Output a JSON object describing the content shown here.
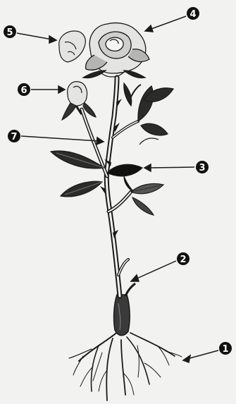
{
  "labels": [
    {
      "id": "1",
      "text": "1",
      "part": "roots"
    },
    {
      "id": "2",
      "text": "2",
      "part": "stem"
    },
    {
      "id": "3",
      "text": "3",
      "part": "leaf"
    },
    {
      "id": "4",
      "text": "4",
      "part": "flower"
    },
    {
      "id": "5",
      "text": "5",
      "part": "petal"
    },
    {
      "id": "6",
      "text": "6",
      "part": "bud"
    },
    {
      "id": "7",
      "text": "7",
      "part": "thorn"
    }
  ],
  "colors": {
    "background": "#f2f2f0",
    "ink": "#1a1a1a",
    "leaf_dark": "#2b2b2b",
    "petal_light": "#e4e4e2",
    "label_fill": "#111111",
    "label_text": "#ffffff"
  }
}
